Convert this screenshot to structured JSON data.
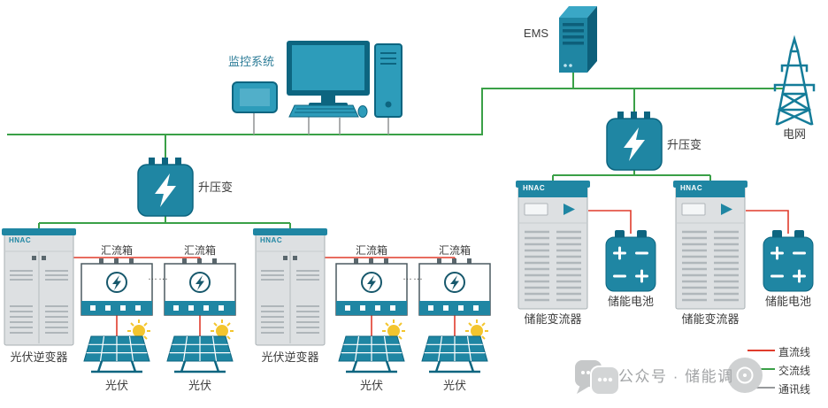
{
  "colors": {
    "teal": "#1f86a3",
    "teal_dark": "#0d6580",
    "teal_light": "#2d9cba",
    "cabinet_gray": "#dde0e2",
    "dc_line_red": "#e03c2c",
    "ac_line_green": "#3aa047",
    "comm_line_gray": "#97999b",
    "sun_yellow": "#f3c52e"
  },
  "monitoring": {
    "label": "监控系统"
  },
  "ems": {
    "label": "EMS"
  },
  "grid": {
    "label": "电网"
  },
  "transformers": [
    {
      "label": "升压变"
    },
    {
      "label": "升压变"
    }
  ],
  "pv_inverters": [
    {
      "label": "光伏逆变器",
      "brand": "HNAC"
    },
    {
      "label": "光伏逆变器",
      "brand": "HNAC"
    }
  ],
  "combiner_boxes": [
    {
      "label": "汇流箱"
    },
    {
      "label": "汇流箱"
    },
    {
      "label": "汇流箱"
    },
    {
      "label": "汇流箱"
    }
  ],
  "pv_arrays": [
    {
      "label": "光伏"
    },
    {
      "label": "光伏"
    },
    {
      "label": "光伏"
    },
    {
      "label": "光伏"
    }
  ],
  "pcs_units": [
    {
      "label": "储能变流器",
      "brand": "HNAC"
    },
    {
      "label": "储能变流器",
      "brand": "HNAC"
    }
  ],
  "batteries": [
    {
      "label": "储能电池"
    },
    {
      "label": "储能电池"
    }
  ],
  "ellipsis": "……",
  "legend": {
    "items": [
      {
        "label": "直流线",
        "color": "#e03c2c"
      },
      {
        "label": "交流线",
        "color": "#3aa047"
      },
      {
        "label": "通讯线",
        "color": "#97999b"
      }
    ]
  },
  "watermark": {
    "text": "公众号 · 储能调"
  }
}
